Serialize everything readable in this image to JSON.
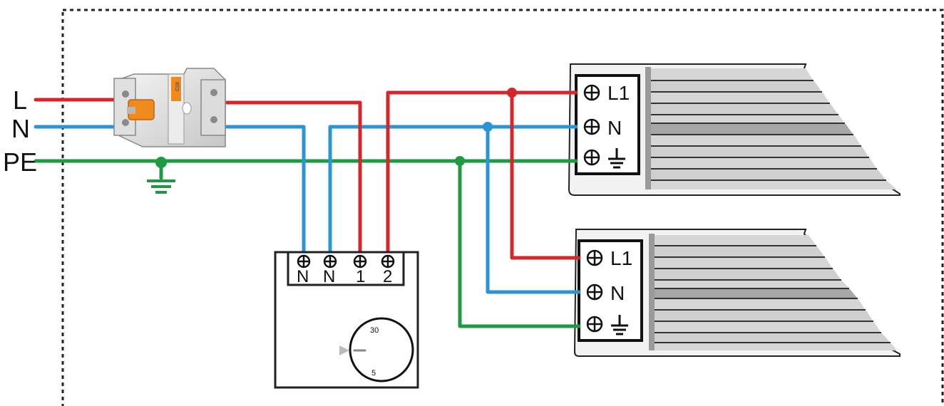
{
  "lines": {
    "phase_label": "L",
    "neutral_label": "N",
    "earth_label": "PE"
  },
  "thermostat": {
    "terminals": [
      "N",
      "N",
      "1",
      "2"
    ],
    "dial_max": "30",
    "dial_min": "5"
  },
  "heater_top": {
    "terminal_l1": "L1",
    "terminal_n": "N"
  },
  "heater_bottom": {
    "terminal_l1": "L1",
    "terminal_n": "N"
  },
  "breaker": {
    "marking": "C16"
  },
  "colors": {
    "phase": "#d7262b",
    "neutral": "#2a95d6",
    "earth": "#1e9a43",
    "breaker_toggle": "#f08a1c"
  }
}
